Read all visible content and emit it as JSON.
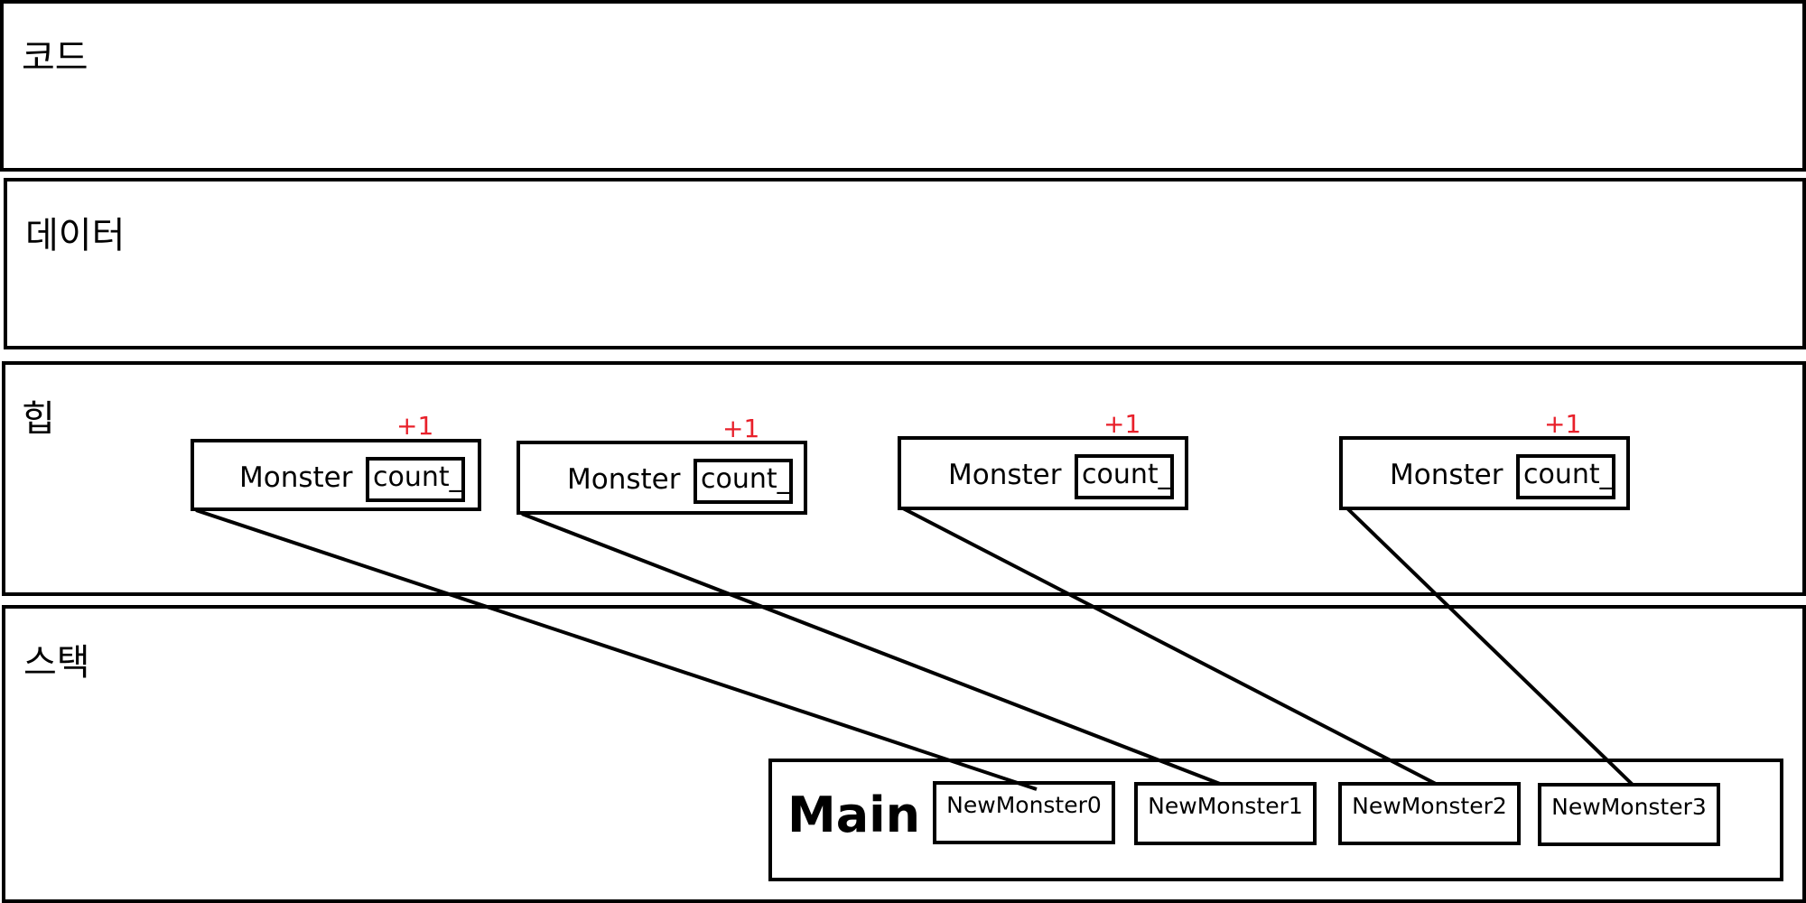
{
  "sections": {
    "code": "코드",
    "data": "데이터",
    "heap": "힙",
    "stack": "스택"
  },
  "heap_objects": [
    {
      "class_label": "Monster",
      "field_label": "count_",
      "increment": "+1"
    },
    {
      "class_label": "Monster",
      "field_label": "count_",
      "increment": "+1"
    },
    {
      "class_label": "Monster",
      "field_label": "count_",
      "increment": "+1"
    },
    {
      "class_label": "Monster",
      "field_label": "count_",
      "increment": "+1"
    }
  ],
  "stack": {
    "frame_title": "Main",
    "variables": [
      "NewMonster0",
      "NewMonster1",
      "NewMonster2",
      "NewMonster3"
    ]
  },
  "colors": {
    "increment": "#e8202a",
    "line": "#000000"
  }
}
